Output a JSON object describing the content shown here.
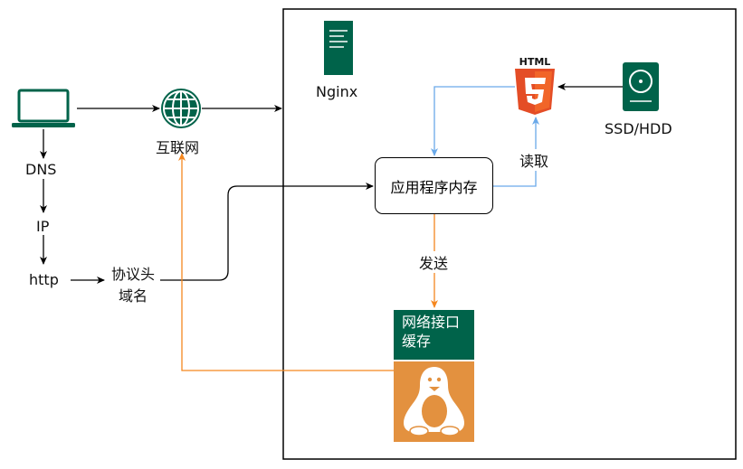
{
  "nodes": {
    "nginx": "Nginx",
    "internet": "互联网",
    "dns": "DNS",
    "ip": "IP",
    "http": "http",
    "protocol_header_line1": "协议头",
    "protocol_header_line2": "域名",
    "app_memory": "应用程序内存",
    "ssd_hdd": "SSD/HDD",
    "network_buffer": "网络接口\n缓存",
    "html_logo_text": "HTML"
  },
  "edges": {
    "read": "读取",
    "send": "发送"
  },
  "colors": {
    "green": "#00634a",
    "orange": "#f5871f",
    "blue": "#6aa9e9",
    "html5_orange": "#e44d26",
    "linux_orange": "#e3913f"
  }
}
